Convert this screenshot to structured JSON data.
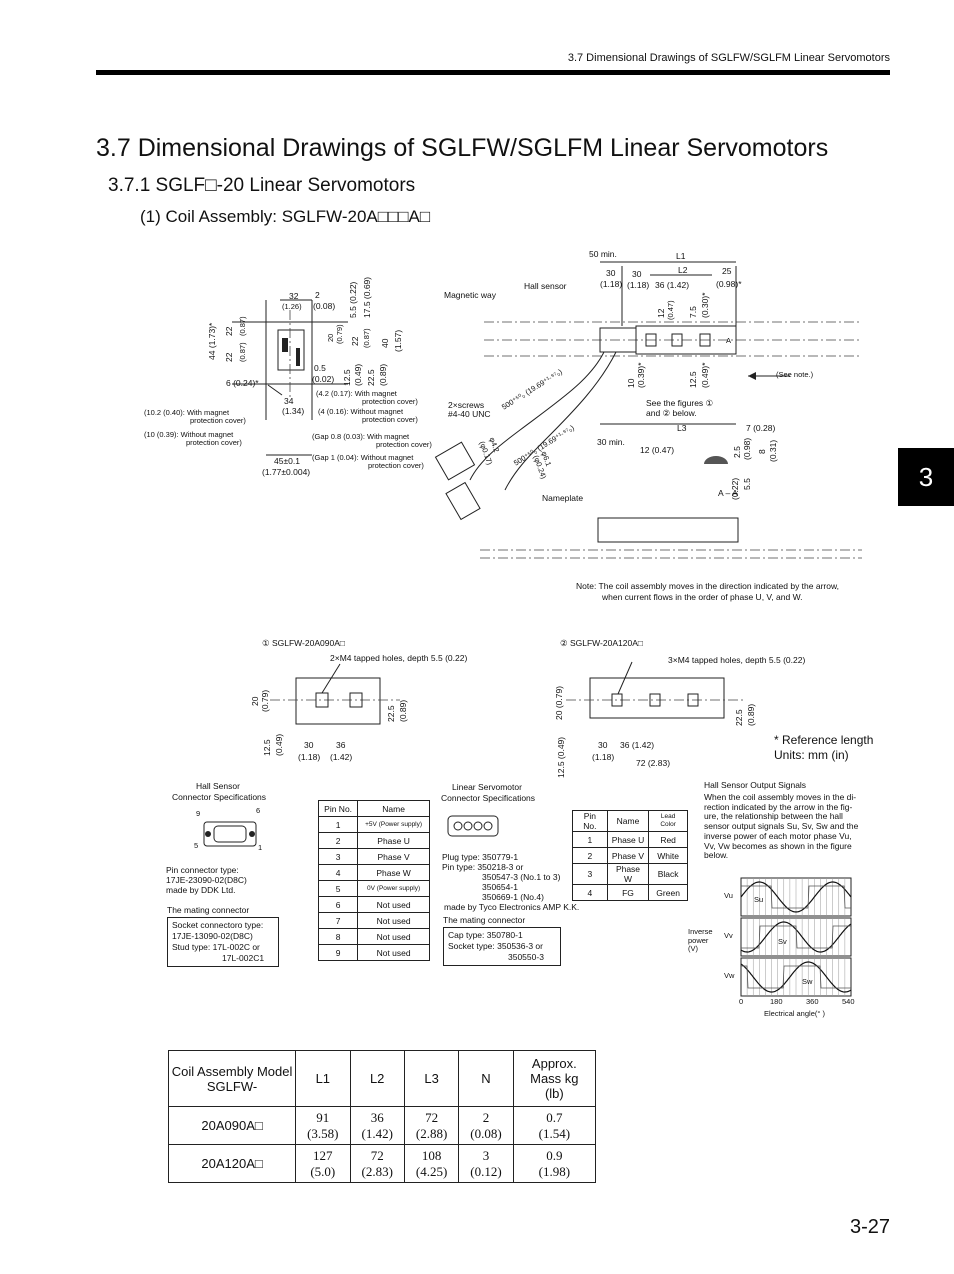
{
  "header": {
    "running_title": "3.7  Dimensional Drawings of SGLFW/SGLFM Linear Servomotors",
    "chapter_tab": "3",
    "page_number": "3-27"
  },
  "titles": {
    "h1": "3.7  Dimensional Drawings of SGLFW/SGLFM Linear Servomotors",
    "h2": "3.7.1  SGLF□-20 Linear Servomotors",
    "h3": "(1) Coil Assembly: SGLFW-20A□□□A□"
  },
  "side_view": {
    "d32": "32",
    "d126": "(1.26)",
    "d2": "2",
    "d008": "(0.08)",
    "d55": "5.5 (0.22)",
    "d175": "17.5 (0.69)",
    "d44": "44 (1.73)*",
    "d22a": "22",
    "d087a": "(0.87)",
    "d22b": "22",
    "d087b": "(0.87)",
    "d20": "20",
    "d079": "(0.79)",
    "d22c": "22",
    "d087c": "(0.87)",
    "d40": "40",
    "d157": "(1.57)",
    "d05": "0.5",
    "d002": "(0.02)",
    "d125": "12.5",
    "d049": "(0.49)",
    "d225": "22.5",
    "d089": "(0.89)",
    "d6": "6 (0.24)*",
    "d34": "34",
    "d134": "(1.34)",
    "n42": "(4.2 (0.17): With magnet",
    "n42b": "protection cover)",
    "n4": "(4 (0.16): Without magnet",
    "n4b": "protection cover)",
    "n102": "(10.2 (0.40): With magnet",
    "n102b": "protection cover)",
    "n10": "(10 (0.39): Without magnet",
    "n10b": "protection cover)",
    "g08": "(Gap 0.8 (0.03): With magnet",
    "g08b": "protection cover)",
    "g1": "(Gap 1 (0.04): Without magnet",
    "g1b": "protection cover)",
    "d45": "45±0.1",
    "d177": "(1.77±0.004)"
  },
  "main_view": {
    "mag": "Magnetic way",
    "hall": "Hall sensor",
    "min50": "50 min.",
    "L1": "L1",
    "L2": "L2",
    "d30a": "30",
    "d118a": "(1.18)",
    "d30b": "30",
    "d118b": "(1.18)",
    "d36": "36 (1.42)",
    "d25": "25",
    "d098": "(0.98)*",
    "d12": "12",
    "d047": "(0.47)",
    "d75": "7.5",
    "d030": "(0.30)*",
    "screws": "2×screws",
    "unc": "#4-40 UNC",
    "cab1": "500⁺⁵⁰₀ (19.69⁺¹·⁹⁷₀)",
    "cab2": "500⁺⁵⁰₀ (19.69⁺¹·⁹⁷₀)",
    "dia42": "φ4.2",
    "dia017": "(φ0.17)",
    "dia61": "φ6.1",
    "dia024": "(φ0.24)",
    "d10": "10",
    "d039": "(0.39)*",
    "d125": "12.5",
    "d049": "(0.49)*",
    "seefig": "See the figures ①",
    "seefig2": "and ②  below.",
    "seenote": "(See note.)",
    "L3": "L3",
    "min30": "30 min.",
    "d12b": "12 (0.47)",
    "d7": "7 (0.28)",
    "d25b": "2.5",
    "d098b": "(0.98)",
    "d8": "8",
    "d031": "(0.31)",
    "d55b": "5.5",
    "d022": "(0.22)",
    "aa": "A – A",
    "A": "A",
    "nameplate": "Nameplate",
    "note1": "Note: The coil assembly moves in the direction indicated by the arrow,",
    "note2": "when current flows in the order of phase U, V, and W."
  },
  "fig1": {
    "title": "①  SGLFW-20A090A□",
    "holes": "2×M4 tapped holes, depth 5.5 (0.22)",
    "d20": "20",
    "d079": "(0.79)",
    "d225": "22.5",
    "d089": "(0.89)",
    "d125": "12.5",
    "d049": "(0.49)",
    "d30": "30",
    "d118": "(1.18)",
    "d36": "36",
    "d142": "(1.42)"
  },
  "fig2": {
    "title": "②  SGLFW-20A120A□",
    "holes": "3×M4 tapped holes, depth 5.5 (0.22)",
    "d20": "20 (0.79)",
    "d225": "22.5",
    "d089": "(0.89)",
    "d125": "12.5 (0.49)",
    "d30": "30",
    "d118": "(1.18)",
    "d36": "36 (1.42)",
    "d72": "72 (2.83)"
  },
  "ref": {
    "line1": "* Reference length",
    "line2": "Units: mm (in)"
  },
  "hall_conn": {
    "title1": "Hall Sensor",
    "title2": "Connector Specifications",
    "p9": "9",
    "p6": "6",
    "p5": "5",
    "p1": "1",
    "pin1": "Pin connector type:",
    "pin2": "17JE-23090-02(D8C)",
    "pin3": "made by DDK Ltd.",
    "mating": "The mating connector",
    "sock1": "Socket connectoro type:",
    "sock2": "17JE-13090-02(D8C)",
    "sock3": "Stud type: 17L-002C or",
    "sock4": "17L-002C1"
  },
  "hall_pins": {
    "head": [
      "Pin No.",
      "Name"
    ],
    "rows": [
      [
        "1",
        "+5V (Power supply)"
      ],
      [
        "2",
        "Phase U"
      ],
      [
        "3",
        "Phase V"
      ],
      [
        "4",
        "Phase W"
      ],
      [
        "5",
        "0V (Power supply)"
      ],
      [
        "6",
        "Not used"
      ],
      [
        "7",
        "Not used"
      ],
      [
        "8",
        "Not used"
      ],
      [
        "9",
        "Not used"
      ]
    ]
  },
  "lin_conn": {
    "title1": "Linear Servomotor",
    "title2": "Connector Specifications",
    "plug1": "Plug type: 350779-1",
    "plug2": "Pin type: 350218-3 or",
    "plug3": "350547-3 (No.1 to 3)",
    "plug4": "350654-1",
    "plug5": "350669-1 (No.4)",
    "plug6": "made by Tyco Electronics AMP K.K.",
    "mating": "The mating connector",
    "cap1": "Cap type: 350780-1",
    "cap2": "Socket type: 350536-3 or",
    "cap3": "350550-3"
  },
  "lin_pins": {
    "head": [
      "Pin No.",
      "Name",
      "Lead Color"
    ],
    "rows": [
      [
        "1",
        "Phase U",
        "Red"
      ],
      [
        "2",
        "Phase V",
        "White"
      ],
      [
        "3",
        "Phase W",
        "Black"
      ],
      [
        "4",
        "FG",
        "Green"
      ]
    ]
  },
  "hall_out": {
    "title": "Hall Sensor Output Signals",
    "p1": "When the coil assembly moves in the di-",
    "p2": "rection indicated by the arrow in the fig-",
    "p3": "ure, the relationship between the hall",
    "p4": "sensor output signals Su, Sv, Sw and the",
    "p5": "inverse power of each motor phase Vu,",
    "p6": "Vv, Vw becomes as shown in the figure",
    "p7": "below.",
    "vu": "Vu",
    "vv": "Vv",
    "vw": "Vw",
    "su": "Su",
    "sv": "Sv",
    "sw": "Sw",
    "inv1": "Inverse",
    "inv2": "power",
    "inv3": "(V)",
    "x0": "0",
    "x180": "180",
    "x360": "360",
    "x540": "540",
    "xlabel": "Electrical angle(° )"
  },
  "dims_table": {
    "head": [
      "Coil Assembly Model SGLFW-",
      "L1",
      "L2",
      "L3",
      "N",
      "Approx. Mass kg (lb)"
    ],
    "rows": [
      {
        "model": "20A090A□",
        "c": [
          [
            "91",
            "(3.58)"
          ],
          [
            "36",
            "(1.42)"
          ],
          [
            "72",
            "(2.88)"
          ],
          [
            "2",
            "(0.08)"
          ],
          [
            "0.7",
            "(1.54)"
          ]
        ]
      },
      {
        "model": "20A120A□",
        "c": [
          [
            "127",
            "(5.0)"
          ],
          [
            "72",
            "(2.83)"
          ],
          [
            "108",
            "(4.25)"
          ],
          [
            "3",
            "(0.12)"
          ],
          [
            "0.9",
            "(1.98)"
          ]
        ]
      }
    ]
  }
}
